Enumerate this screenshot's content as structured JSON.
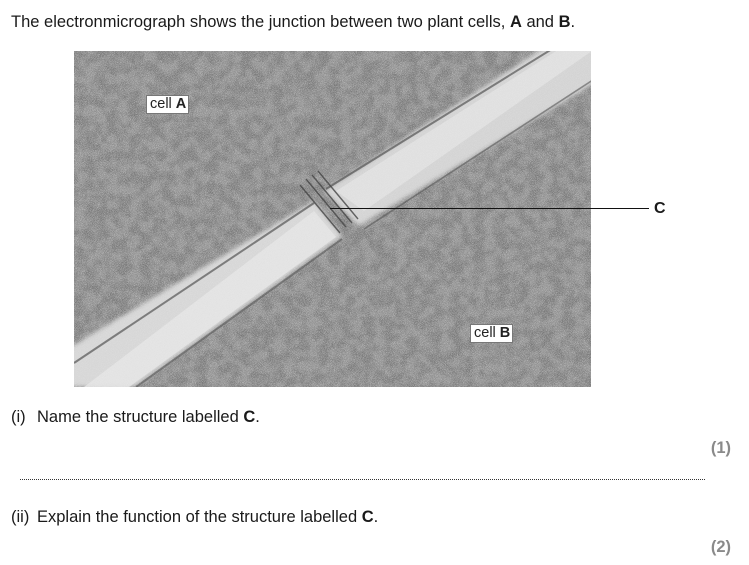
{
  "intro": {
    "prefix": "The electronmicrograph shows the junction between two plant cells, ",
    "cell_a": "A",
    "and": " and ",
    "cell_b": "B",
    "suffix": "."
  },
  "figure": {
    "label_a_text": "cell ",
    "label_a_letter": "A",
    "label_b_text": "cell ",
    "label_b_letter": "B",
    "pointer_letter": "C"
  },
  "questions": [
    {
      "number": "(i)",
      "text": "Name the structure labelled ",
      "target": "C",
      "suffix": ".",
      "marks": "(1)"
    },
    {
      "number": "(ii)",
      "text": "Explain the function of the structure labelled ",
      "target": "C",
      "suffix": ".",
      "marks": "(2)"
    }
  ]
}
